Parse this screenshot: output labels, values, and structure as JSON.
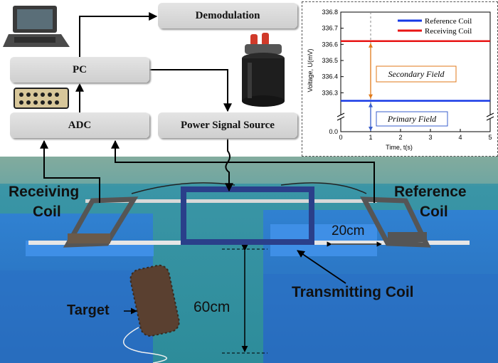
{
  "blocks": {
    "demodulation": "Demodulation",
    "pc": "PC",
    "adc": "ADC",
    "power_signal_source": "Power Signal Source"
  },
  "photo_labels": {
    "receiving_coil": [
      "Receiving",
      "Coil"
    ],
    "reference_coil": [
      "Reference",
      "Coil"
    ],
    "transmitting_coil": "Transmitting Coil",
    "target": "Target",
    "distance_20": "20cm",
    "distance_60": "60cm"
  },
  "colors": {
    "reference": "#1538e6",
    "receiving": "#e81515",
    "secondary": "#e07a1a",
    "primary": "#3a5fcc",
    "water": "#2f8fa0"
  },
  "chart_data": {
    "type": "line",
    "ylabel": "Voltage, U(mV)",
    "xlabel": "Time, t(s)",
    "xlim": [
      0,
      5
    ],
    "x_ticks": [
      0,
      1,
      2,
      3,
      4,
      5
    ],
    "y_ticks_upper": [
      336.3,
      336.4,
      336.5,
      336.6,
      336.7,
      336.8
    ],
    "y_ticks_lower": [
      0.0
    ],
    "axis_break": true,
    "series": [
      {
        "name": "Reference Coil",
        "color": "#1538e6",
        "x": [
          0,
          1,
          2,
          3,
          4,
          5
        ],
        "values": [
          336.25,
          336.25,
          336.25,
          336.25,
          336.25,
          336.25
        ]
      },
      {
        "name": "Receiving Coil",
        "color": "#e81515",
        "x": [
          0,
          1,
          2,
          3,
          4,
          5
        ],
        "values": [
          336.62,
          336.62,
          336.62,
          336.62,
          336.62,
          336.62
        ]
      }
    ],
    "annotations": [
      {
        "text": "Secondary Field",
        "color": "#e07a1a"
      },
      {
        "text": "Primary Field",
        "color": "#3a5fcc"
      }
    ],
    "legend": "top-right"
  }
}
